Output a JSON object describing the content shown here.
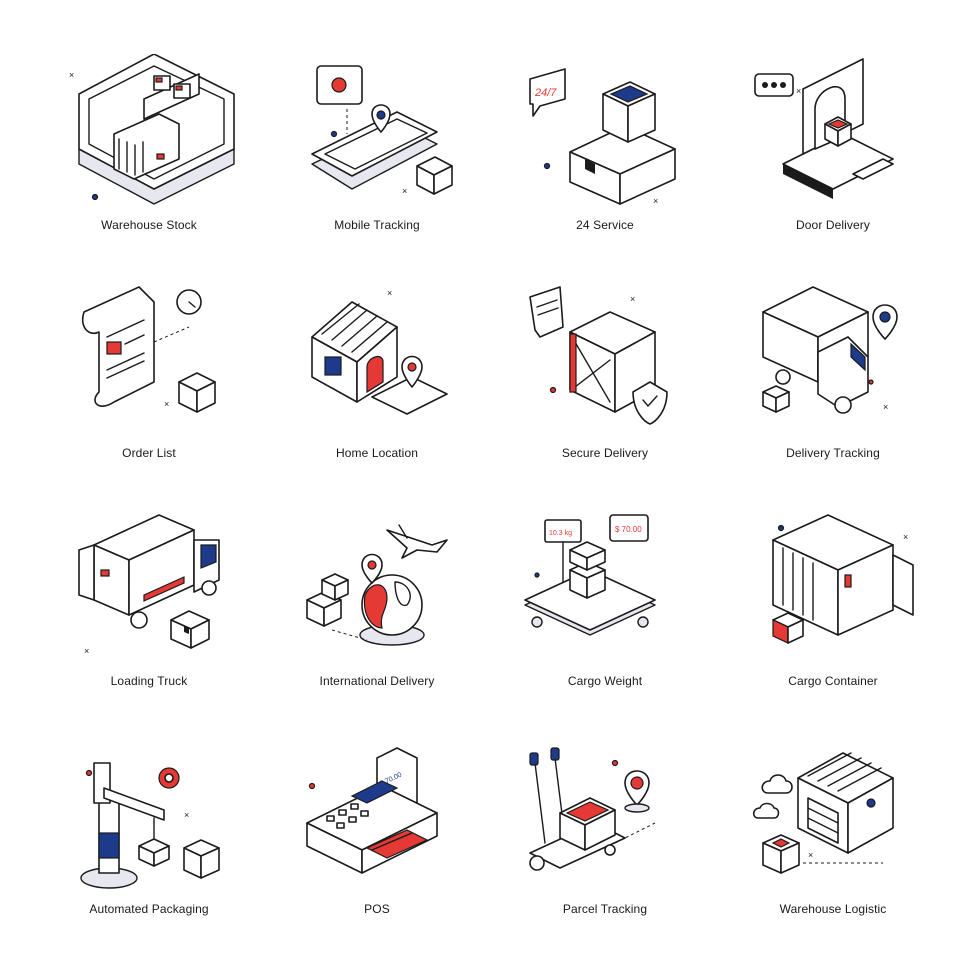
{
  "colors": {
    "accent_red": "#e53935",
    "accent_blue": "#1e3a8a",
    "outline": "#1b1b1b",
    "shadow": "#e6e7ef"
  },
  "icons": [
    {
      "name": "warehouse-stock-icon",
      "label": "Warehouse Stock"
    },
    {
      "name": "mobile-tracking-icon",
      "label": "Mobile Tracking"
    },
    {
      "name": "24-service-icon",
      "label": "24 Service",
      "badge_text": "24/7"
    },
    {
      "name": "door-delivery-icon",
      "label": "Door Delivery"
    },
    {
      "name": "order-list-icon",
      "label": "Order List"
    },
    {
      "name": "home-location-icon",
      "label": "Home Location"
    },
    {
      "name": "secure-delivery-icon",
      "label": "Secure Delivery"
    },
    {
      "name": "delivery-tracking-icon",
      "label": "Delivery Tracking"
    },
    {
      "name": "loading-truck-icon",
      "label": "Loading Truck"
    },
    {
      "name": "international-delivery-icon",
      "label": "International Delivery"
    },
    {
      "name": "cargo-weight-icon",
      "label": "Cargo Weight",
      "scale_readout": "10.3 kg",
      "price_tag": "$ 70.00"
    },
    {
      "name": "cargo-container-icon",
      "label": "Cargo Container"
    },
    {
      "name": "automated-packaging-icon",
      "label": "Automated Packaging"
    },
    {
      "name": "pos-icon",
      "label": "POS",
      "receipt_amount": "$ 70.00"
    },
    {
      "name": "parcel-tracking-icon",
      "label": "Parcel Tracking"
    },
    {
      "name": "warehouse-logistic-icon",
      "label": "Warehouse Logistic"
    }
  ]
}
